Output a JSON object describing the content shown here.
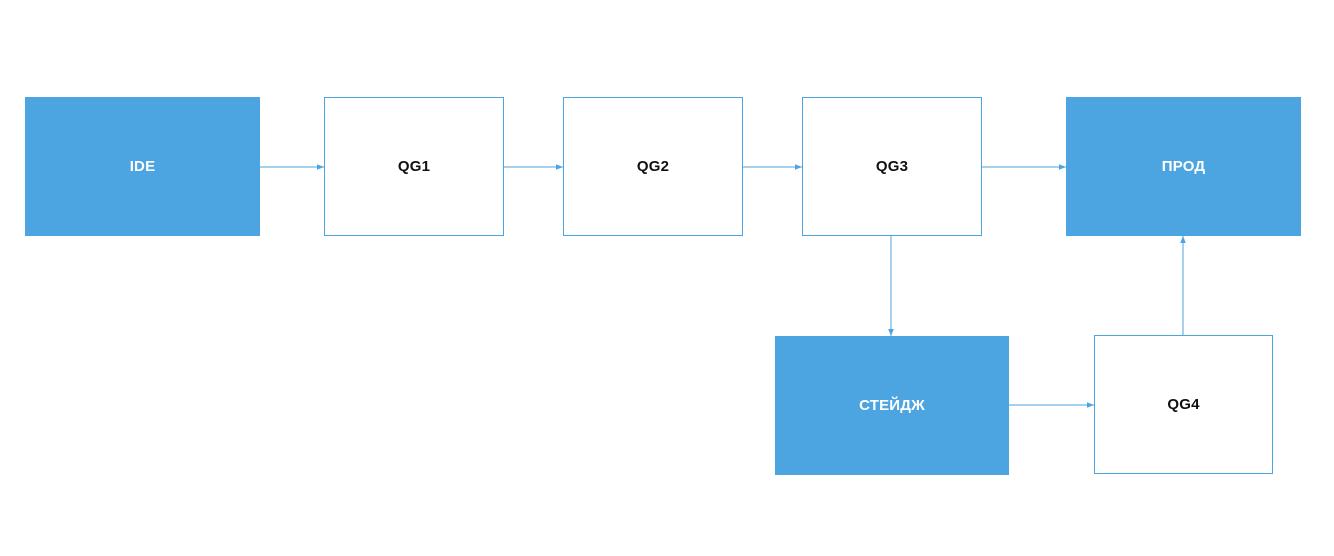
{
  "diagram": {
    "accent_color": "#4ca5e0",
    "nodes": {
      "ide": "IDE",
      "qg1": "QG1",
      "qg2": "QG2",
      "qg3": "QG3",
      "prod": "ПРОД",
      "stage": "СТЕЙДЖ",
      "qg4": "QG4"
    },
    "edges": [
      {
        "from": "ide",
        "to": "qg1"
      },
      {
        "from": "qg1",
        "to": "qg2"
      },
      {
        "from": "qg2",
        "to": "qg3"
      },
      {
        "from": "qg3",
        "to": "prod"
      },
      {
        "from": "qg3",
        "to": "stage"
      },
      {
        "from": "stage",
        "to": "qg4"
      },
      {
        "from": "qg4",
        "to": "prod"
      }
    ]
  }
}
